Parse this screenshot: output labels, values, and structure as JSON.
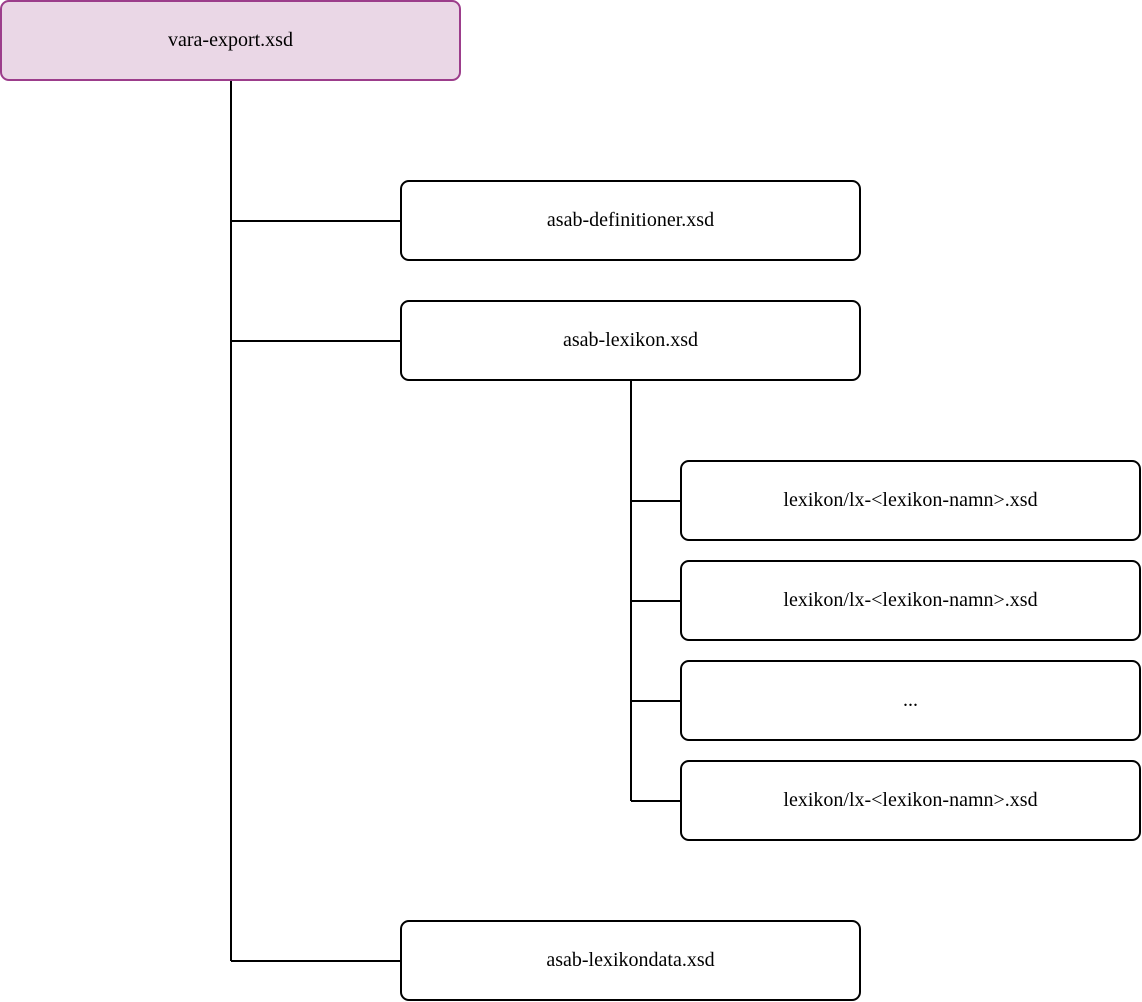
{
  "nodes": {
    "root": {
      "label": "vara-export.xsd"
    },
    "definitioner": {
      "label": "asab-definitioner.xsd"
    },
    "lexikon": {
      "label": "asab-lexikon.xsd"
    },
    "lexikon_children": [
      {
        "label": "lexikon/lx-<lexikon-namn>.xsd"
      },
      {
        "label": "lexikon/lx-<lexikon-namn>.xsd"
      },
      {
        "label": "..."
      },
      {
        "label": "lexikon/lx-<lexikon-namn>.xsd"
      }
    ],
    "lexikondata": {
      "label": "asab-lexikondata.xsd"
    }
  },
  "colors": {
    "root_fill": "#ead7e6",
    "root_border": "#9c3d8b",
    "node_border": "#000000",
    "line": "#000000"
  }
}
